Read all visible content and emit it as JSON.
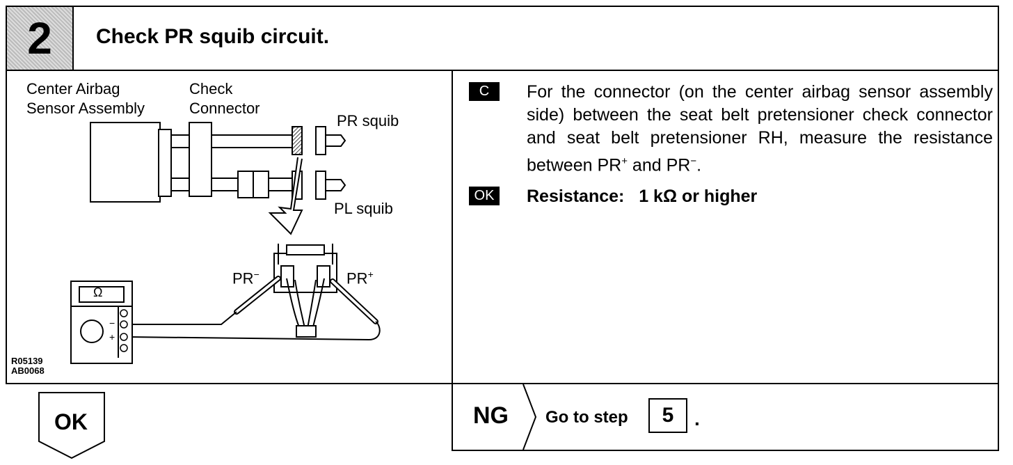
{
  "header": {
    "step_number": "2",
    "title": "Check PR squib circuit."
  },
  "diagram": {
    "label_center_airbag_line1": "Center Airbag",
    "label_center_airbag_line2": "Sensor Assembly",
    "label_check_line1": "Check",
    "label_check_line2": "Connector",
    "label_pr_squib": "PR squib",
    "label_pl_squib": "PL squib",
    "label_pr_minus": "PR",
    "label_pr_minus_sup": "−",
    "label_pr_plus": "PR",
    "label_pr_plus_sup": "+",
    "meter_minus": "−",
    "meter_plus": "+",
    "meter_symbol": "Ω",
    "code1": "R05139",
    "code2": "AB0068"
  },
  "instructions": {
    "c_badge": "C",
    "text_pre": "For the connector (on the center airbag sensor assembly side) between the seat belt pretensioner check connector and seat belt pretensioner RH, measure the resistance between PR",
    "sup_plus": "+",
    "text_mid": " and PR",
    "sup_minus": "−",
    "text_end": ".",
    "ok_badge": "OK",
    "resistance_label": "Resistance:",
    "resistance_value": "1 kΩ or higher"
  },
  "footer": {
    "ok_label": "OK",
    "ng_label": "NG",
    "goto_label": "Go to step",
    "goto_step": "5",
    "goto_dot": "."
  }
}
